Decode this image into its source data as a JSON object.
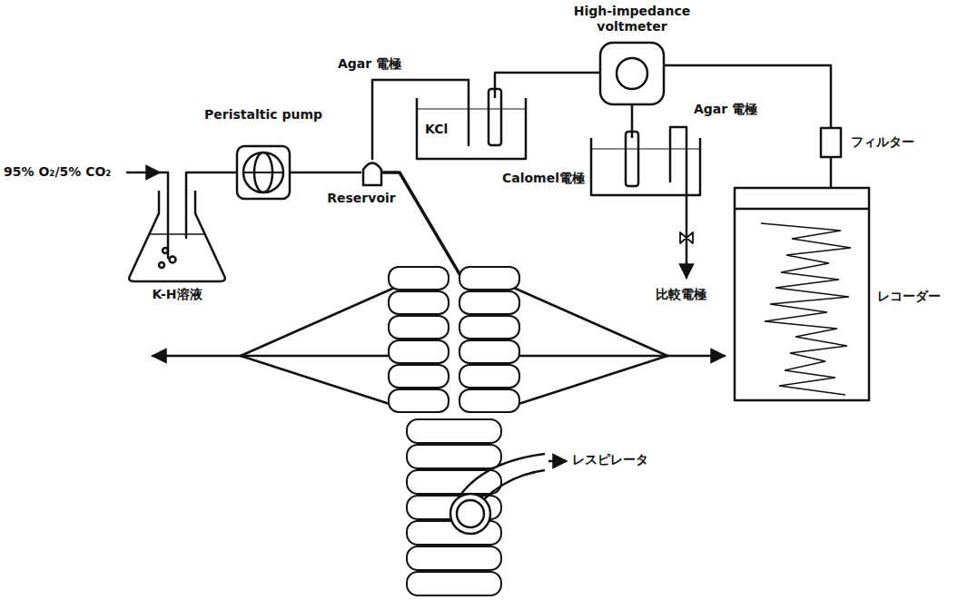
{
  "diagram": {
    "nodes": [
      {
        "text": [
          "K-H溶液"
        ]
      },
      {
        "text": [
          "Peristaltic pump"
        ]
      },
      {
        "text": [
          "Reservoir"
        ]
      },
      {
        "text": [
          "KCl"
        ]
      },
      {
        "text": [
          "High-impedance voltmeter"
        ]
      },
      {
        "text": [
          "Calomel電極"
        ]
      },
      {
        "text": [
          "フィルター"
        ]
      },
      {
        "text": [
          "レコーダー"
        ]
      }
    ],
    "edges": [
      {
        "from": 0,
        "to": 1,
        "arrow": "none"
      },
      {
        "from": 1,
        "to": 2,
        "arrow": "none"
      },
      {
        "from": 2,
        "to": 3,
        "arrow": "none"
      },
      {
        "from": 3,
        "to": 4,
        "arrow": "none"
      },
      {
        "from": 4,
        "to": 5,
        "arrow": "none"
      },
      {
        "from": 4,
        "to": 6,
        "arrow": "none"
      },
      {
        "from": 6,
        "to": 7,
        "arrow": "none"
      }
    ],
    "labels": [
      "95% O₂/5% CO₂",
      "Agar 電極",
      "Agar 電極",
      "比較電極",
      "レスピレータ"
    ]
  }
}
